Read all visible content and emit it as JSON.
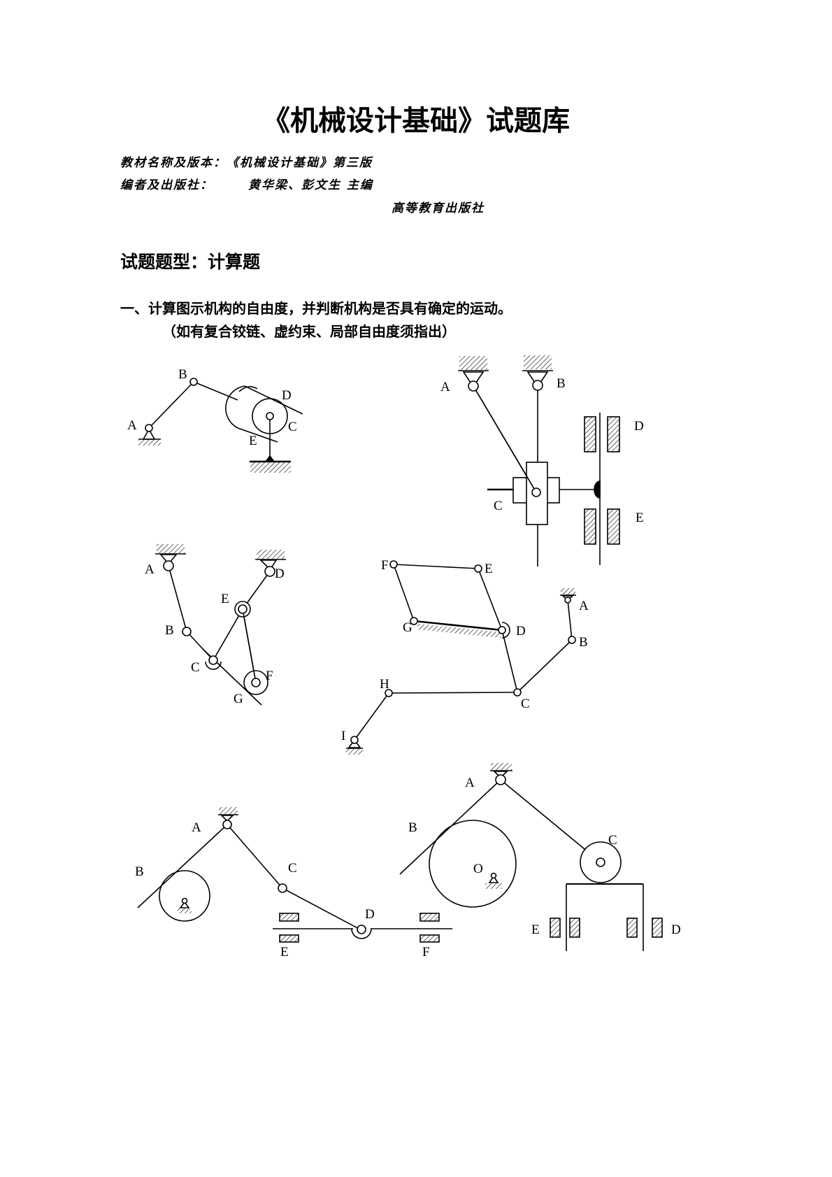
{
  "title": "《机械设计基础》试题库",
  "info": {
    "textbook_label": "教材名称及版本：",
    "textbook": "《机械设计基础》第三版",
    "editor_label": "编者及出版社：",
    "editors": "黄华梁、彭文生 主编",
    "publisher": "高等教育出版社"
  },
  "question_type": "试题题型：计算题",
  "question": {
    "text": "一、计算图示机构的自由度，并判断机构是否具有确定的运动。",
    "note": "（如有复合铰链、虚约束、局部自由度须指出）"
  },
  "figures": {
    "fig1": {
      "A": "A",
      "B": "B",
      "C": "C",
      "D": "D",
      "E": "E"
    },
    "fig2": {
      "A": "A",
      "B": "B",
      "C": "C",
      "D": "D",
      "E": "E"
    },
    "fig3": {
      "A": "A",
      "B": "B",
      "C": "C",
      "D": "D",
      "E": "E",
      "F": "F",
      "G": "G"
    },
    "fig4": {
      "A": "A",
      "B": "B",
      "C": "C",
      "D": "D",
      "E": "E",
      "F": "F",
      "G": "G",
      "H": "H",
      "I": "I"
    },
    "fig5": {
      "A": "A",
      "B": "B",
      "C": "C",
      "D": "D",
      "E": "E",
      "F": "F"
    },
    "fig6": {
      "A": "A",
      "B": "B",
      "C": "C",
      "D": "D",
      "E": "E",
      "O": "O"
    }
  }
}
